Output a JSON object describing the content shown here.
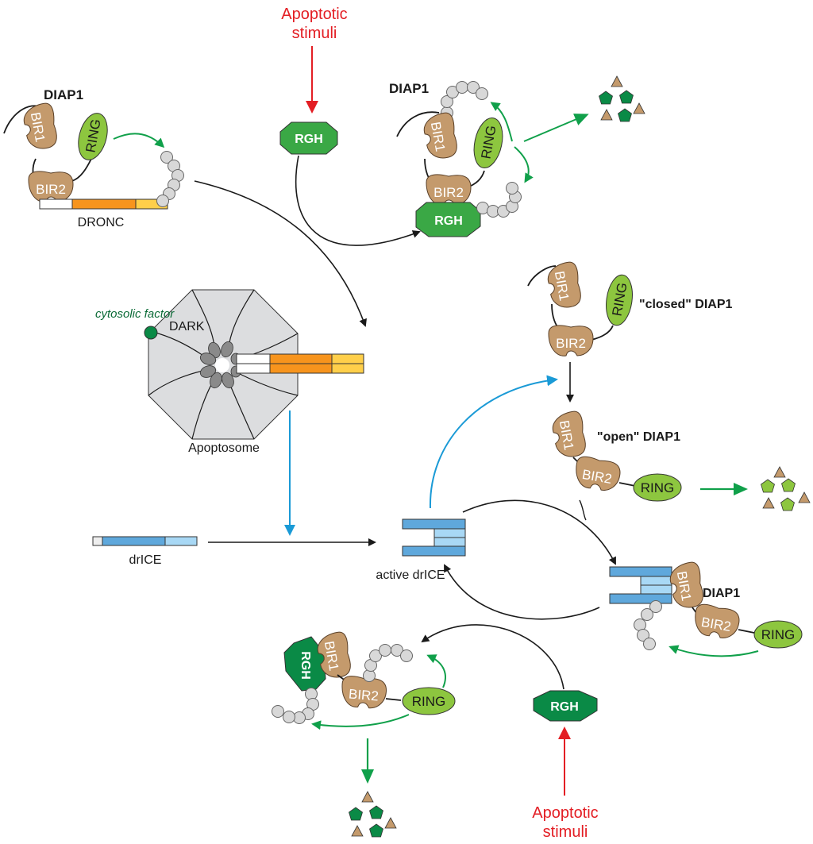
{
  "colors": {
    "bir": "#c49a6c",
    "ring": "#8dc63f",
    "rgh_light": "#3aa845",
    "rgh_dark": "#0a8a46",
    "stimuli_red": "#e31e24",
    "arrow_green": "#10a04a",
    "arrow_blue": "#1a9ad6",
    "dronc_orange": "#f7941d",
    "dronc_yellow": "#ffcf4a",
    "drice_blue": "#5fa8dc",
    "drice_light": "#a8d8f5",
    "apoptosome_gray": "#dcdddf",
    "ubiquitin_gray": "#d8d8d8",
    "cytosolic_green": "#0a8a46"
  },
  "labels": {
    "stimuli_top": [
      "Apoptotic",
      "stimuli"
    ],
    "stimuli_bottom": [
      "Apoptotic",
      "stimuli"
    ],
    "diap1": "DIAP1",
    "dronc": "DRONC",
    "bir1": "BIR1",
    "bir2": "BIR2",
    "ring": "RING",
    "rgh": "RGH",
    "cytosolic_factor": "cytosolic factor",
    "dark": "DARK",
    "apoptosome": "Apoptosome",
    "closed_diap1": "\"closed\" DIAP1",
    "open_diap1": "\"open\" DIAP1",
    "drice": "drICE",
    "active_drice": "active drICE"
  }
}
